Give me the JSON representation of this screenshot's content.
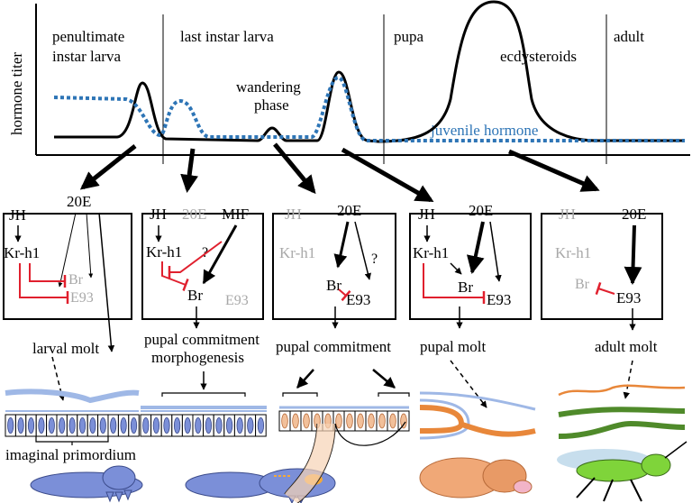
{
  "timeline": {
    "y_axis_label": "hormone titer",
    "stages": [
      "penultimate",
      "instar larva",
      "last instar larva",
      "pupa",
      "adult"
    ],
    "annotations": {
      "wandering_1": "wandering",
      "wandering_2": "phase",
      "ecdysteroids": "ecdysteroids",
      "juvenile_hormone": "juvenile hormone"
    }
  },
  "colors": {
    "ecdysteroid_curve": "#000000",
    "jh_curve": "#2e75b6",
    "repression": "#e0202e",
    "inactive_text": "#a8a8a8",
    "cuticle": "#9fb8e6",
    "larval_cells": "#7b8fd8",
    "pupal_cells": "#f2c09a",
    "pupal_cuticle": "#e8873a",
    "adult_cuticle": "#4f8a2a",
    "adult_body": "#7fd43a"
  },
  "panels": [
    {
      "jh": "JH",
      "e20": "20E",
      "kr": "Kr-h1",
      "br": "Br",
      "e93": "E93",
      "outcome": [
        "larval molt"
      ],
      "tissue_label": "imaginal primordium"
    },
    {
      "jh": "JH",
      "e20": "20E",
      "mif": "MIF",
      "kr": "Kr-h1",
      "br": "Br",
      "e93": "E93",
      "q": "?",
      "outcome": [
        "pupal commitment",
        "morphogenesis"
      ]
    },
    {
      "jh": "JH",
      "e20": "20E",
      "kr": "Kr-h1",
      "br": "Br",
      "e93": "E93",
      "q": "?",
      "outcome": [
        "pupal commitment"
      ]
    },
    {
      "jh": "JH",
      "e20": "20E",
      "kr": "Kr-h1",
      "br": "Br",
      "e93": "E93",
      "outcome": [
        "pupal molt"
      ]
    },
    {
      "jh": "JH",
      "e20": "20E",
      "kr": "Kr-h1",
      "br": "Br",
      "e93": "E93",
      "outcome": [
        "adult molt"
      ]
    }
  ]
}
